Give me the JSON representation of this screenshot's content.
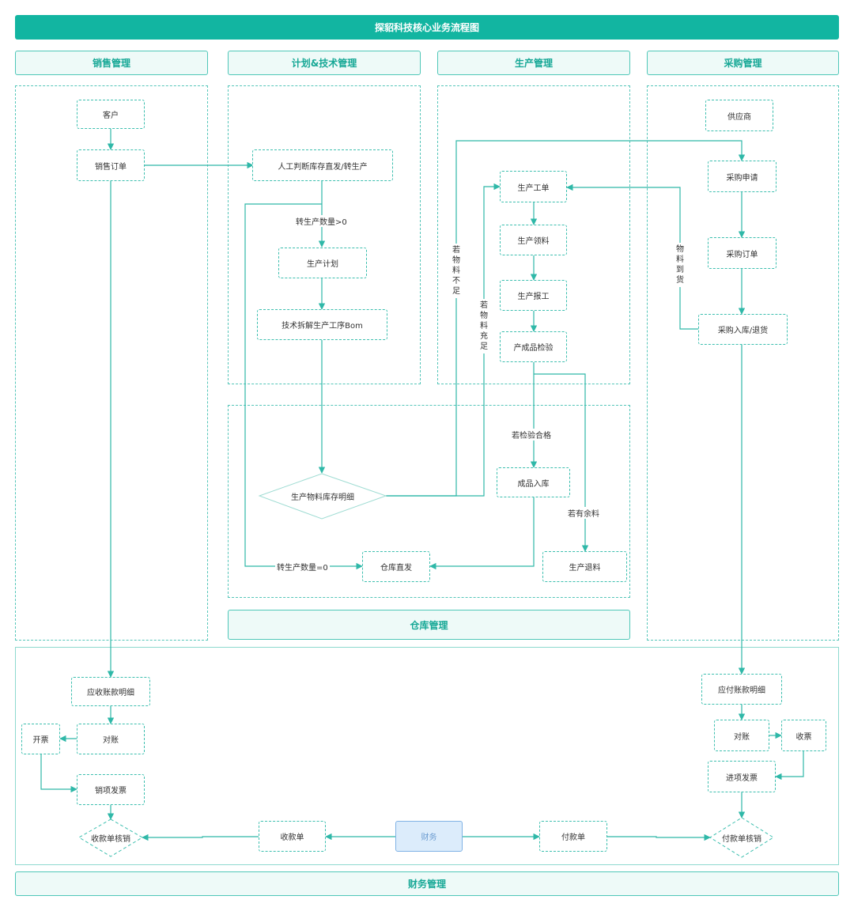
{
  "title": "探貂科技核心业务流程图",
  "lanes": {
    "sales": "销售管理",
    "plan": "计划&技术管理",
    "production": "生产管理",
    "purchase": "采购管理",
    "warehouse": "仓库管理",
    "finance": "财务管理"
  },
  "nodes": {
    "customer": "客户",
    "sales_order": "销售订单",
    "manual_judge": "人工判断库存直发/转生产",
    "production_plan": "生产计划",
    "bom": "技术拆解生产工序Bom",
    "inventory_detail": "生产物料库存明细",
    "warehouse_direct": "仓库直发",
    "work_order": "生产工单",
    "material_pick": "生产领料",
    "production_report": "生产报工",
    "product_inspect": "产成品检验",
    "finished_stock_in": "成品入库",
    "material_return": "生产退料",
    "supplier": "供应商",
    "purchase_request": "采购申请",
    "purchase_order": "采购订单",
    "purchase_stock": "采购入库/退货",
    "receivable_detail": "应收账款明细",
    "reconcile_ar": "对账",
    "invoice_issue": "开票",
    "sales_invoice": "销项发票",
    "receipt_writeoff": "收款单核销",
    "receipt": "收款单",
    "finance": "财务",
    "payment": "付款单",
    "payment_writeoff": "付款单核销",
    "payable_detail": "应付账款明细",
    "reconcile_ap": "对账",
    "invoice_receive": "收票",
    "input_invoice": "进项发票"
  },
  "edge_labels": {
    "qty_gt0": "转生产数量>0",
    "qty_eq0": "转生产数量=0",
    "inspect_pass": "若检验合格",
    "has_surplus": "若有余料",
    "material_short": "若物料不足",
    "material_enough": "若物料充足",
    "material_arrived": "物料到货"
  },
  "colors": {
    "primary": "#12b5a1",
    "line": "#2fb8a8",
    "finance_fill": "#dcecfb"
  }
}
